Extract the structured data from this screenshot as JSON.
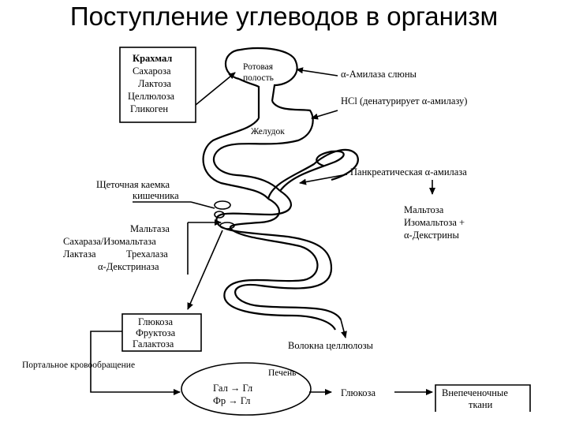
{
  "title": "Поступление  углеводов в организм",
  "diagram": {
    "intake_box": [
      "Крахмал",
      "Сахароза",
      "Лактоза",
      "Целлюлоза",
      "Гликоген"
    ],
    "oral_cavity": [
      "Ротовая",
      "полость"
    ],
    "saliva_enzyme": "α-Амилаза слюны",
    "hcl_note": "HCl  (денатурирует  α-амилазу)",
    "stomach": "Желудок",
    "pancreatic_enzyme": "Панкреатическая α-амилаза",
    "products": [
      "Мальтоза",
      "Изомальтоза +",
      "α-Декстрины"
    ],
    "brush_border": [
      "Щеточная каемка",
      "кишечника"
    ],
    "brush_enzymes": [
      "Мальтаза",
      "Сахараза/Изомальтаза",
      "Лактаза",
      "Трехалаза",
      "α-Декстриназа"
    ],
    "monosaccharides": [
      "Глюкоза",
      "Фруктоза",
      "Галактоза"
    ],
    "fiber": "Волокна целлюлозы",
    "portal": "Портальное кровообращение",
    "liver": "Печень",
    "liver_lines": [
      "Гал  → Гл",
      "Фр  → Гл"
    ],
    "glucose": "Глюкоза",
    "extrahepatic": [
      "Внепеченочные",
      "ткани"
    ]
  }
}
